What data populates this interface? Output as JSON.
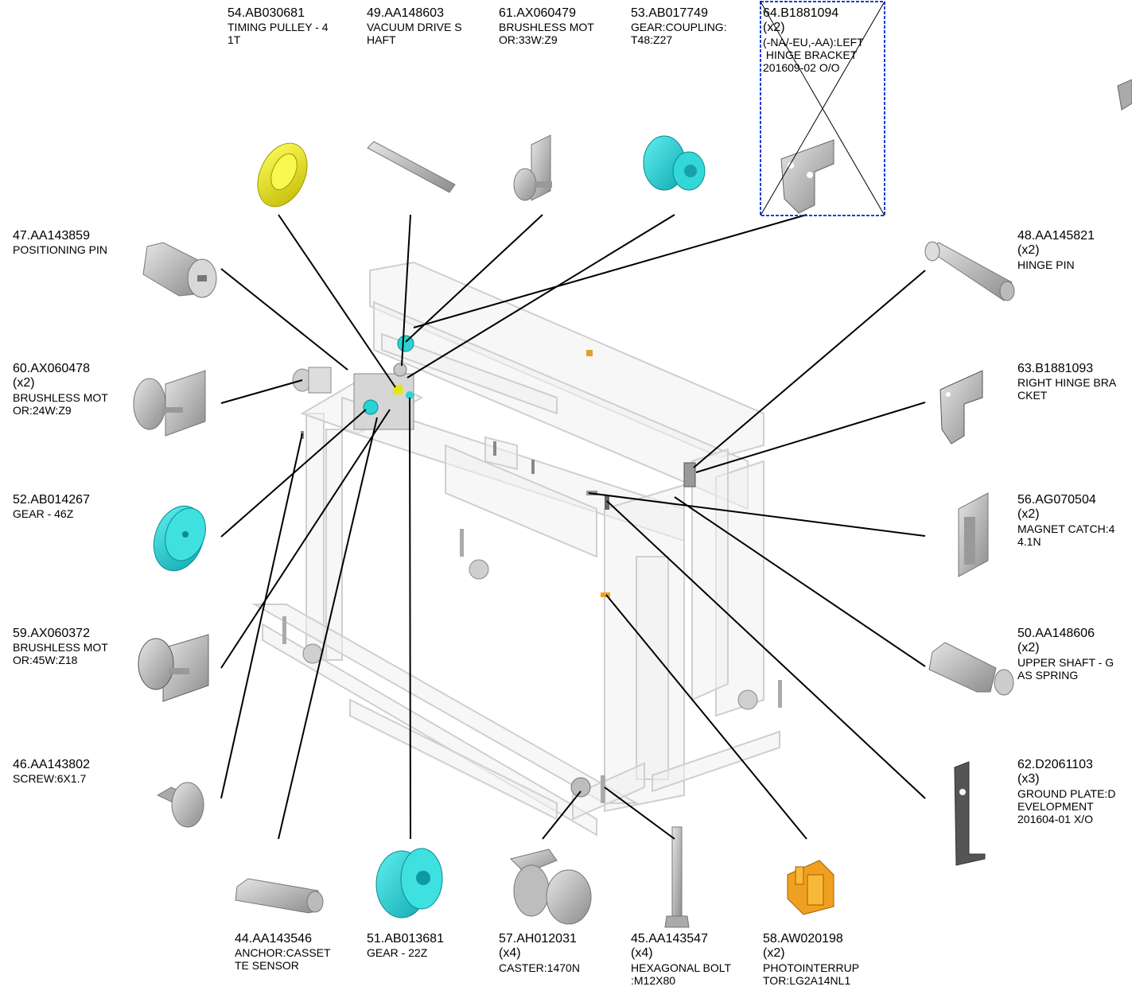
{
  "parts": [
    {
      "id": "p54",
      "code": "54.AB030681",
      "qty": "",
      "desc": "TIMING PULLEY - 4\n1T"
    },
    {
      "id": "p49",
      "code": "49.AA148603",
      "qty": "",
      "desc": "VACUUM DRIVE S\nHAFT"
    },
    {
      "id": "p61",
      "code": "61.AX060479",
      "qty": "",
      "desc": "BRUSHLESS MOT\nOR:33W:Z9"
    },
    {
      "id": "p53",
      "code": "53.AB017749",
      "qty": "",
      "desc": "GEAR:COUPLING:\nT48:Z27"
    },
    {
      "id": "p64",
      "code": "64.B1881094",
      "qty": "(x2)",
      "desc": "(-NA/-EU,-AA):LEFT\n HINGE BRACKET\n201609-02 O/O"
    },
    {
      "id": "p47",
      "code": "47.AA143859",
      "qty": "",
      "desc": "POSITIONING PIN"
    },
    {
      "id": "p60",
      "code": "60.AX060478",
      "qty": "(x2)",
      "desc": "BRUSHLESS MOT\nOR:24W:Z9"
    },
    {
      "id": "p52",
      "code": "52.AB014267",
      "qty": "",
      "desc": "GEAR - 46Z"
    },
    {
      "id": "p59",
      "code": "59.AX060372",
      "qty": "",
      "desc": "BRUSHLESS MOT\nOR:45W:Z18"
    },
    {
      "id": "p46",
      "code": "46.AA143802",
      "qty": "",
      "desc": "SCREW:6X1.7"
    },
    {
      "id": "p44",
      "code": "44.AA143546",
      "qty": "",
      "desc": "ANCHOR:CASSET\nTE SENSOR"
    },
    {
      "id": "p51",
      "code": "51.AB013681",
      "qty": "",
      "desc": "GEAR - 22Z"
    },
    {
      "id": "p57",
      "code": "57.AH012031",
      "qty": "(x4)",
      "desc": "CASTER:1470N"
    },
    {
      "id": "p45",
      "code": "45.AA143547",
      "qty": "(x4)",
      "desc": "HEXAGONAL BOLT\n:M12X80"
    },
    {
      "id": "p58",
      "code": "58.AW020198",
      "qty": "(x2)",
      "desc": "PHOTOINTERRUP\nTOR:LG2A14NL1"
    },
    {
      "id": "p48",
      "code": "48.AA145821",
      "qty": "(x2)",
      "desc": "HINGE PIN"
    },
    {
      "id": "p63",
      "code": "63.B1881093",
      "qty": "",
      "desc": "RIGHT HINGE BRA\nCKET"
    },
    {
      "id": "p56",
      "code": "56.AG070504",
      "qty": "(x2)",
      "desc": "MAGNET CATCH:4\n4.1N"
    },
    {
      "id": "p50",
      "code": "50.AA148606",
      "qty": "(x2)",
      "desc": "UPPER SHAFT - G\nAS SPRING"
    },
    {
      "id": "p62",
      "code": "62.D2061103",
      "qty": "(x3)",
      "desc": "GROUND PLATE:D\nEVELOPMENT\n201604-01 X/O"
    }
  ],
  "colors": {
    "cyan": "#2ad4d4",
    "yellow": "#e6e60a",
    "orange": "#f0a020",
    "gray": "#b8b8b8",
    "dark": "#555555",
    "frame": "#d8d8d8",
    "highlight_box": "#1a3fd6"
  }
}
